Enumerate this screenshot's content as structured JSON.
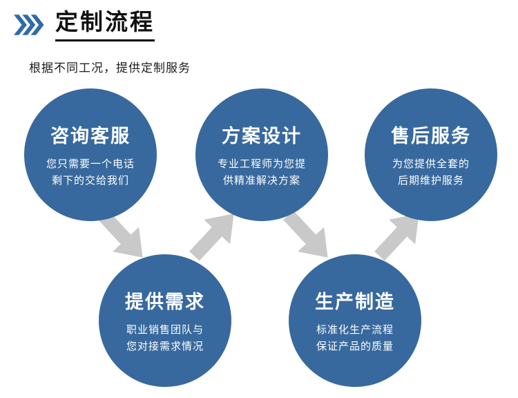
{
  "header": {
    "title": "定制流程",
    "subtitle": "根据不同工况，提供定制服务"
  },
  "steps": [
    {
      "title": "咨询客服",
      "desc": "您只需要一个电话\n剩下的交给我们"
    },
    {
      "title": "提供需求",
      "desc": "职业销售团队与\n您对接需求情况"
    },
    {
      "title": "方案设计",
      "desc": "专业工程师为您提\n供精准解决方案"
    },
    {
      "title": "生产制造",
      "desc": "标准化生产流程\n保证产品的质量"
    },
    {
      "title": "售后服务",
      "desc": "为您提供全套的\n后期维护服务"
    }
  ],
  "colors": {
    "circle_blue": "#38699e",
    "arrow_gray": "#c9c9c9",
    "chevron_blue": "#2f6bab",
    "title_black": "#111111"
  }
}
